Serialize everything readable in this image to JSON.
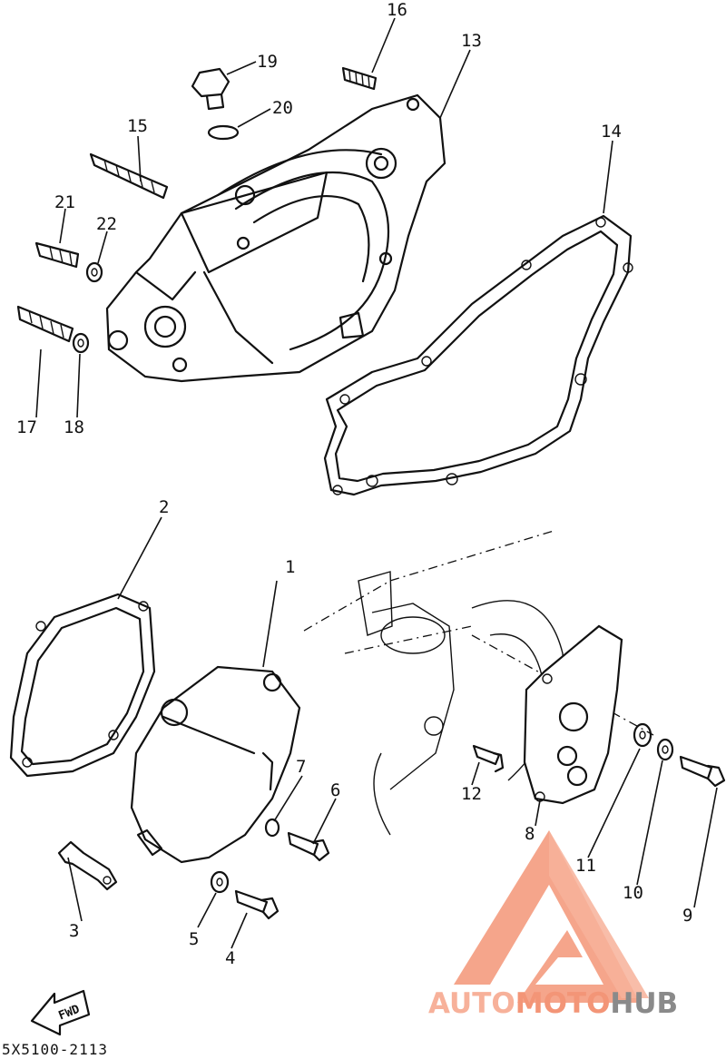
{
  "callouts": [
    {
      "id": "1",
      "text": "1"
    },
    {
      "id": "2",
      "text": "2"
    },
    {
      "id": "3",
      "text": "3"
    },
    {
      "id": "4",
      "text": "4"
    },
    {
      "id": "5",
      "text": "5"
    },
    {
      "id": "6",
      "text": "6"
    },
    {
      "id": "7",
      "text": "7"
    },
    {
      "id": "8",
      "text": "8"
    },
    {
      "id": "9",
      "text": "9"
    },
    {
      "id": "10",
      "text": "10"
    },
    {
      "id": "11",
      "text": "11"
    },
    {
      "id": "12",
      "text": "12"
    },
    {
      "id": "13",
      "text": "13"
    },
    {
      "id": "14",
      "text": "14"
    },
    {
      "id": "15",
      "text": "15"
    },
    {
      "id": "16",
      "text": "16"
    },
    {
      "id": "17",
      "text": "17"
    },
    {
      "id": "18",
      "text": "18"
    },
    {
      "id": "19",
      "text": "19"
    },
    {
      "id": "20",
      "text": "20"
    },
    {
      "id": "21",
      "text": "21"
    },
    {
      "id": "22",
      "text": "22"
    }
  ],
  "fwd_label": "FWD",
  "drawing_code": "5X5100-2113",
  "watermark": {
    "part1": "AUTO",
    "part2": "MOTO",
    "part3": "HUB",
    "colors": {
      "light": "#f7b19a",
      "mid": "#f39577",
      "gray": "#8a8a8a"
    }
  }
}
